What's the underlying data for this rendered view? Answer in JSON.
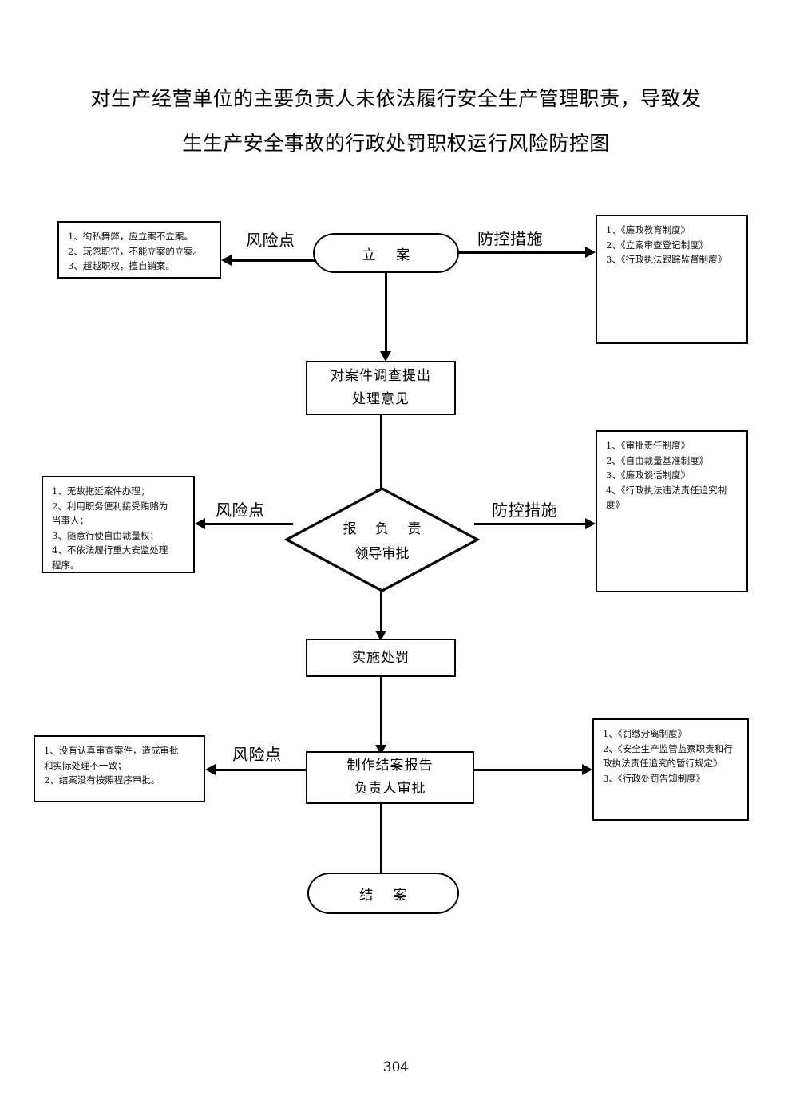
{
  "document": {
    "title_line1": "对生产经营单位的主要负责人未依法履行安全生产管理职责，导致发",
    "title_line2": "生生产安全事故的行政处罚职权运行风险防控图",
    "page_number": "304"
  },
  "labels": {
    "risk_point": "风险点",
    "control_measures": "防控措施"
  },
  "nodes": {
    "filing": {
      "text": "立  案",
      "shape": "terminator"
    },
    "investigate": {
      "line1": "对案件调查提出",
      "line2": "处理意见",
      "shape": "process"
    },
    "approval": {
      "line1": "报 负 责",
      "line2": "领导审批",
      "shape": "decision"
    },
    "penalty": {
      "line1": "实施处罚",
      "shape": "process"
    },
    "report": {
      "line1": "制作结案报告",
      "line2": "负责人审批",
      "shape": "process"
    },
    "close": {
      "text": "结  案",
      "shape": "terminator"
    }
  },
  "risk_boxes": {
    "filing_risks": [
      "1、徇私舞弊，应立案不立案。",
      "2、玩忽职守，不能立案的立案。",
      "3、超越职权，擅自销案。"
    ],
    "approval_risks": [
      "1、无故拖延案件办理；",
      "2、利用职务便利接受贿赂为",
      "当事人；",
      "3、随意行使自由裁量权；",
      "4、不依法履行重大安监处理",
      "程序。"
    ],
    "report_risks": [
      "1、没有认真审查案件，造成审批",
      "和实际处理不一致；",
      "2、结案没有按照程序审批。"
    ]
  },
  "measure_boxes": {
    "filing_measures": [
      "1、《廉政教育制度》",
      "2、《立案审查登记制度》",
      "3、《行政执法跟踪监督制度》"
    ],
    "approval_measures": [
      "1、《审批责任制度》",
      "2、《自由裁量基准制度》",
      "3、《廉政谈话制度》",
      "4、《行政执法违法责任追究制",
      "度》"
    ],
    "report_measures": [
      "1、《罚缴分离制度》",
      "2、《安全生产监管监察职责和行",
      "政执法责任追究的暂行规定》",
      "3、《行政处罚告知制度》"
    ]
  },
  "style": {
    "stroke_color": "#000000",
    "background_color": "#ffffff"
  }
}
